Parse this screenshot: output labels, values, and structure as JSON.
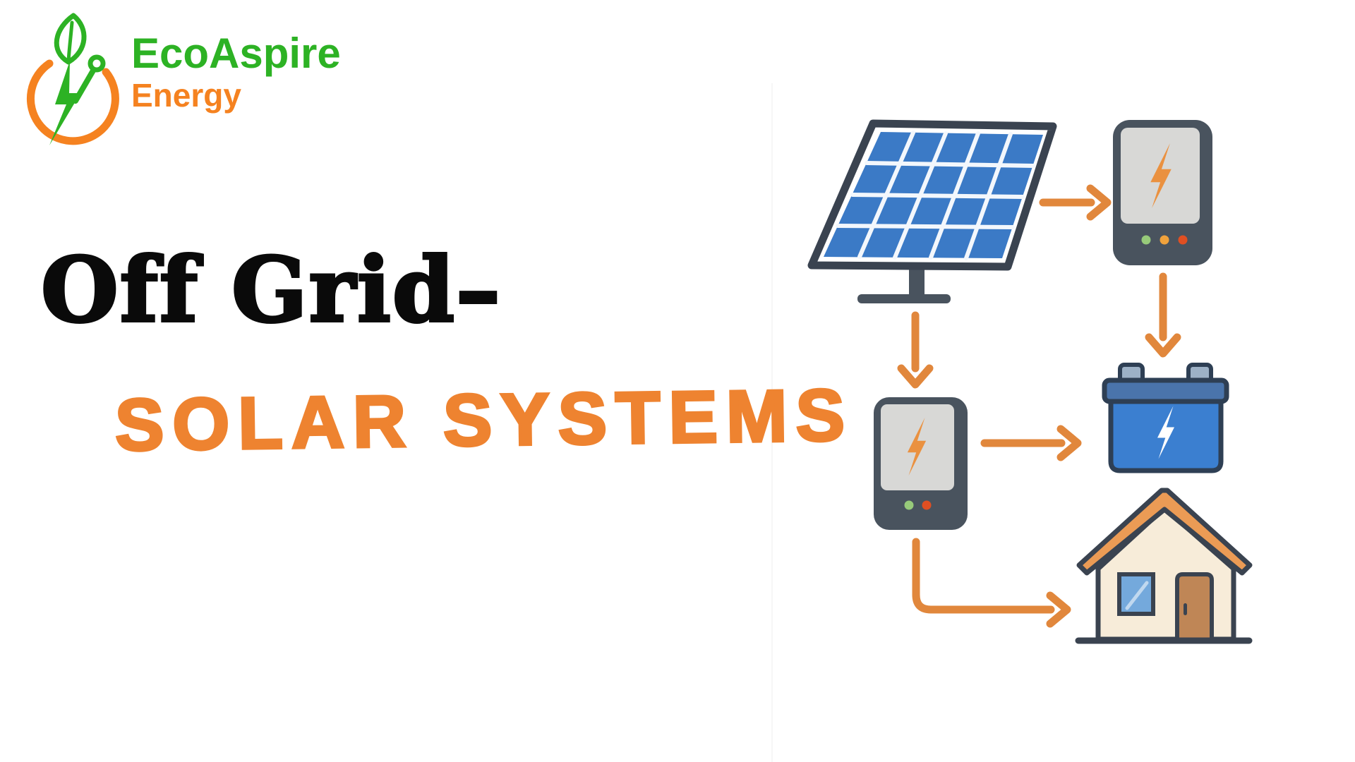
{
  "brand": {
    "name_line1": "EcoAspire",
    "name_line2": "Energy",
    "logo_icon": "leaf-lightning-circle-icon"
  },
  "headline": {
    "line1": "Off Grid–",
    "line2": "SOLAR SYSTEMS"
  },
  "diagram": {
    "icons": [
      "solar-panel-icon",
      "charge-controller-icon",
      "inverter-icon",
      "battery-icon",
      "house-icon"
    ],
    "connections": [
      "solar-panel → charge-controller",
      "charge-controller → battery",
      "solar-panel → inverter",
      "inverter → battery",
      "inverter → house"
    ]
  },
  "theme": {
    "logo_green": "#2db224",
    "logo_orange": "#f58220",
    "headline_black": "#0a0a0a",
    "subtitle_orange": "#ee8330",
    "arrow_orange": "#e1873c",
    "panel_blue": "#3b7ac6",
    "panel_grid_white": "#f3f7fc",
    "outline_dark": "#3a4350",
    "device_dark": "#49535e",
    "device_screen": "#d8d8d6",
    "bolt_orange": "#ea9140",
    "led_green": "#97ca7a",
    "led_orange": "#f0a23c",
    "led_red": "#e04f22",
    "battery_blue": "#3b7fd0",
    "battery_band": "#4a74ab",
    "battery_terminal": "#9db1c6",
    "battery_outline": "#2e3f54",
    "bolt_white": "#ffffff",
    "roof_orange": "#eb9b55",
    "wall_cream": "#f7ecd9",
    "window_blue": "#74a9dc",
    "door_brown": "#bf8656",
    "background": "#ffffff",
    "seam": "#f6f6f6"
  }
}
